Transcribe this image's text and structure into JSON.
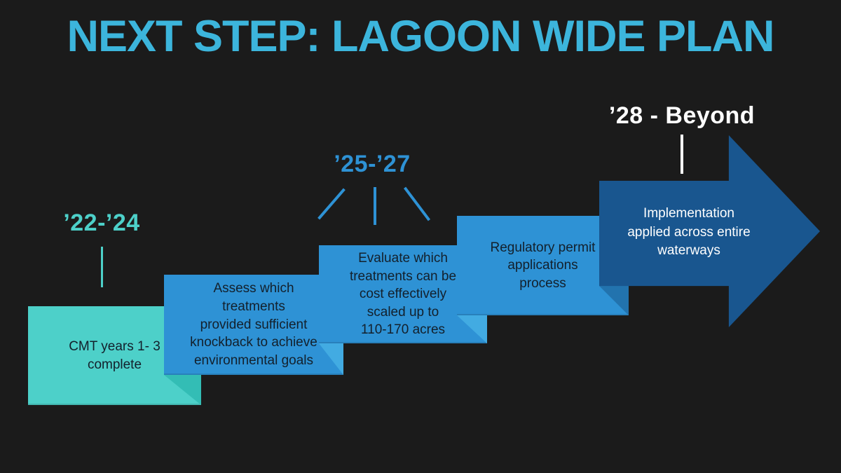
{
  "title": "NEXT STEP: LAGOON WIDE PLAN",
  "timeline": {
    "year_labels": [
      {
        "label": "’22-’24",
        "color": "#4dd0c9",
        "connector": "vertical-line"
      },
      {
        "label": "’25-’27",
        "color": "#2e92d5",
        "connector": "three-rays"
      },
      {
        "label": "’28 - Beyond",
        "color": "#ffffff",
        "connector": "vertical-line"
      }
    ],
    "steps": [
      {
        "shape": "rectangle",
        "color": "#4dd0c9",
        "text": "CMT years 1- 3\ncomplete"
      },
      {
        "shape": "rectangle",
        "color": "#2e92d5",
        "text": "Assess which\ntreatments\nprovided sufficient\nknockback to achieve\nenvironmental goals"
      },
      {
        "shape": "rectangle",
        "color": "#2e92d5",
        "text": "Evaluate which\ntreatments can be\ncost effectively\nscaled up to\n110-170 acres"
      },
      {
        "shape": "rectangle",
        "color": "#2e92d5",
        "text": "Regulatory permit\napplications\nprocess"
      },
      {
        "shape": "arrow-right",
        "color": "#19568f",
        "text": "Implementation\napplied across entire\nwaterways"
      }
    ]
  },
  "colors": {
    "background": "#1b1b1b",
    "title": "#3cb5dc",
    "teal": "#4dd0c9",
    "teal_fold": "#33bdb5",
    "blue": "#2e92d5",
    "blue_fold_light": "#42abe2",
    "blue_fold_dark": "#2273ae",
    "navy_arrow": "#19568f",
    "box_text": "#13202c",
    "arrow_text": "#ffffff"
  }
}
